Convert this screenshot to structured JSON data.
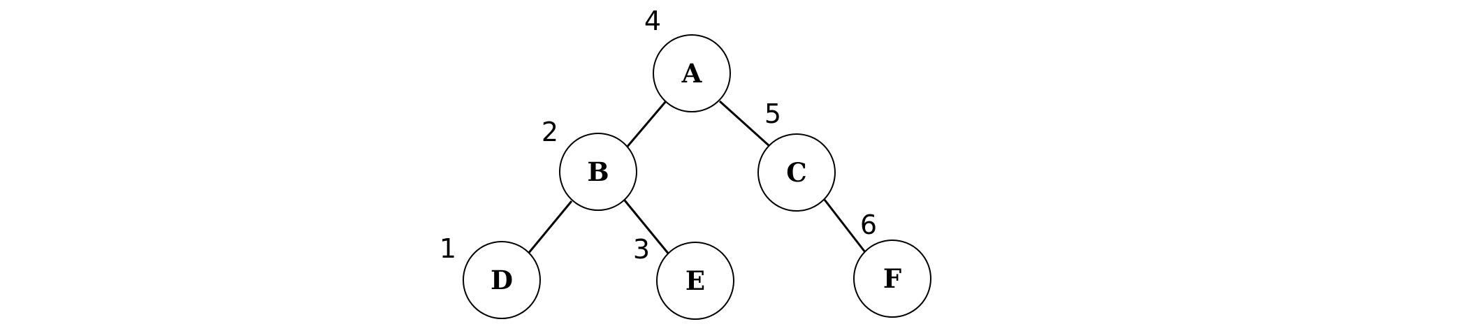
{
  "tree": {
    "nodes": [
      {
        "id": "A",
        "label": "A",
        "order": "4"
      },
      {
        "id": "B",
        "label": "B",
        "order": "2"
      },
      {
        "id": "C",
        "label": "C",
        "order": "5"
      },
      {
        "id": "D",
        "label": "D",
        "order": "1"
      },
      {
        "id": "E",
        "label": "E",
        "order": "3"
      },
      {
        "id": "F",
        "label": "F",
        "order": "6"
      }
    ],
    "edges": [
      {
        "from": "A",
        "to": "B"
      },
      {
        "from": "A",
        "to": "C"
      },
      {
        "from": "B",
        "to": "D"
      },
      {
        "from": "B",
        "to": "E"
      },
      {
        "from": "C",
        "to": "F"
      }
    ]
  }
}
